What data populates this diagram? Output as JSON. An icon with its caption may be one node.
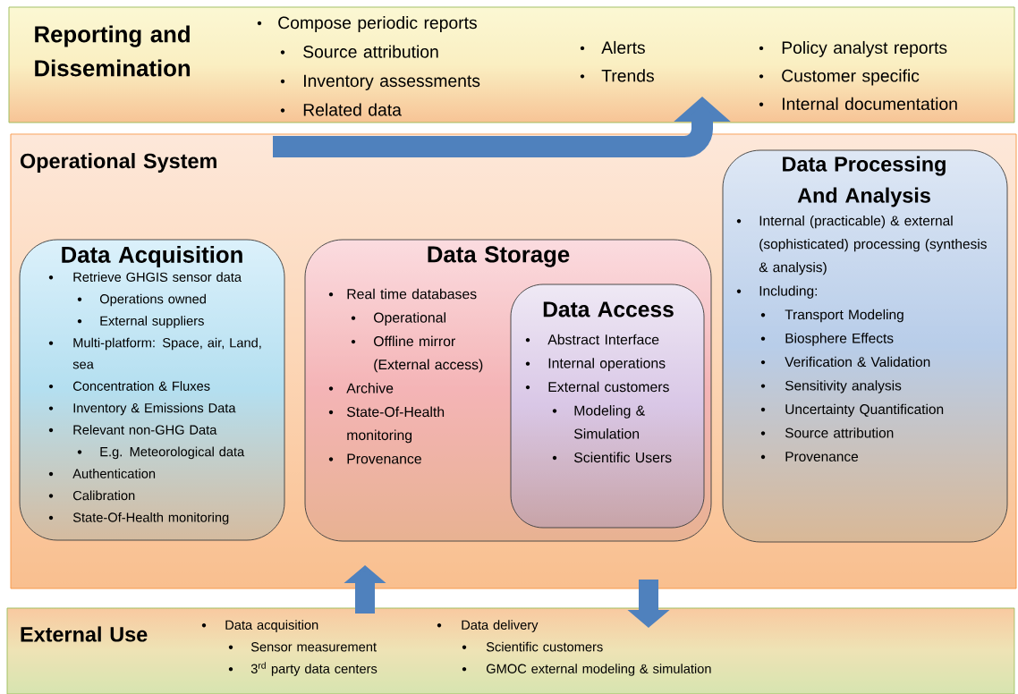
{
  "diagram": {
    "nodes": [
      {
        "text": [
          "Reporting and Dissemination",
          "Compose periodic reports",
          "Source attribution",
          "Inventory assessments",
          "Related data",
          "Alerts",
          "Trends",
          "Policy analyst reports",
          "Customer specific",
          "Internal documentation"
        ]
      },
      {
        "text": [
          "Operational System"
        ]
      },
      {
        "text": [
          "Data Acquisition",
          "Retrieve GHGIS sensor data",
          "Operations owned",
          "External suppliers",
          "Multi-platform: Space, air, Land, sea",
          "Concentration & Fluxes",
          "Inventory & Emissions Data",
          "Relevant non-GHG Data",
          "E.g. Meteorological data",
          "Authentication",
          "Calibration",
          "State-Of-Health monitoring"
        ],
        "in": 1
      },
      {
        "text": [
          "Data Storage",
          "Real time databases",
          "Operational",
          "Offline mirror (External access)",
          "Archive",
          "State-Of-Health monitoring",
          "Provenance"
        ],
        "in": 1
      },
      {
        "text": [
          "Data Access",
          "Abstract Interface",
          "Internal operations",
          "External customers",
          "Modeling & Simulation",
          "Scientific Users"
        ],
        "in": 3
      },
      {
        "text": [
          "Data Processing And Analysis",
          "Internal (practicable) & external (sophisticated) processing (synthesis & analysis)",
          "Including:",
          "Transport Modeling",
          "Biosphere Effects",
          "Verification & Validation",
          "Sensitivity analysis",
          "Uncertainty Quantification",
          "Source attribution",
          "Provenance"
        ],
        "in": 1
      },
      {
        "text": [
          "External Use",
          "Data acquisition",
          "Sensor measurement",
          "3$^{rd}$ party data centers",
          "Data delivery",
          "Scientific customers",
          "GMOC external modeling & simulation"
        ]
      }
    ],
    "edges": [
      {
        "from": 1,
        "to": 0,
        "arrow": "to"
      },
      {
        "from": 6,
        "to": 1,
        "arrow": "to"
      },
      {
        "from": 1,
        "to": 6,
        "arrow": "to"
      }
    ]
  }
}
